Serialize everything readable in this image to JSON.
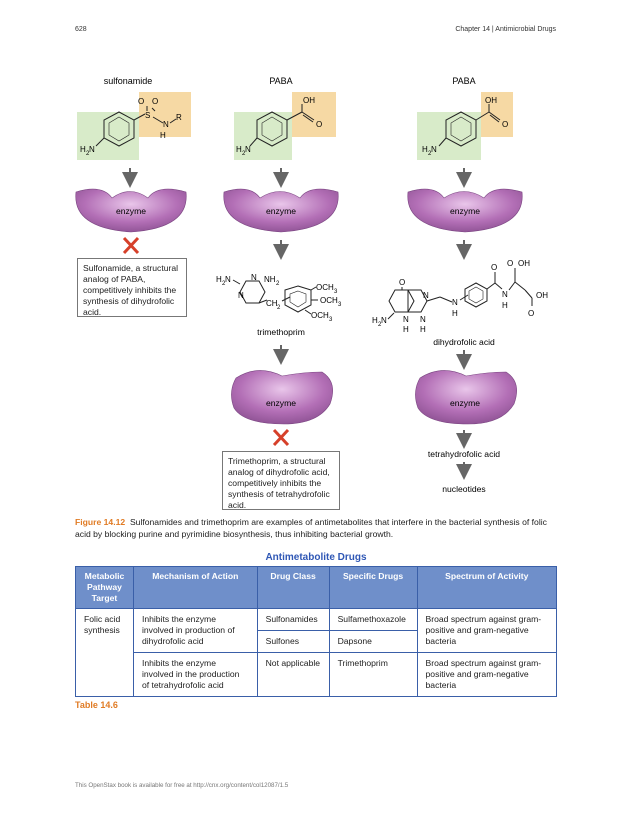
{
  "header": {
    "page_number": "628",
    "chapter": "Chapter 14 | Antimicrobial Drugs"
  },
  "figure": {
    "col1_title": "sulfonamide",
    "col2_title": "PABA",
    "col3_title": "PABA",
    "enzyme_label": "enzyme",
    "sulfonamide_note": "Sulfonamide, a structural analog of PABA, competitively inhibits the synthesis of dihydrofolic acid.",
    "trimethoprim_label": "trimethoprim",
    "trimethoprim_note": "Trimethoprim, a structural analog of dihydrofolic acid, competitively inhibits the synthesis of tetrahydrofolic acid.",
    "dihydrofolic_label": "dihydrofolic acid",
    "tetrahydrofolic_label": "tetrahydrofolic acid",
    "nucleotides_label": "nucleotides",
    "colors": {
      "sulfonyl_box": "#f6d9a4",
      "amine_box": "#d8ebc9",
      "enzyme": "#b06fb4",
      "inhibit": "#d6402a"
    }
  },
  "caption": {
    "label": "Figure 14.12",
    "text": "Sulfonamides and trimethoprim are examples of antimetabolites that interfere in the bacterial synthesis of folic acid by blocking purine and pyrimidine biosynthesis, thus inhibiting bacterial growth."
  },
  "table": {
    "title": "Antimetabolite Drugs",
    "headers": [
      "Metabolic Pathway Target",
      "Mechanism of Action",
      "Drug Class",
      "Specific Drugs",
      "Spectrum of Activity"
    ],
    "pathway": "Folic acid synthesis",
    "row1": {
      "mechanism": "Inhibits the enzyme involved in production of dihydrofolic acid",
      "class_a": "Sulfonamides",
      "drug_a": "Sulfamethoxazole",
      "class_b": "Sulfones",
      "drug_b": "Dapsone",
      "spectrum": "Broad spectrum against gram-positive and gram-negative bacteria"
    },
    "row2": {
      "mechanism": "Inhibits the enzyme involved in the production of tetrahydrofolic acid",
      "class": "Not applicable",
      "drug": "Trimethoprim",
      "spectrum": "Broad spectrum against gram-positive and gram-negative bacteria"
    },
    "label": "Table 14.6"
  },
  "footer": "This OpenStax book is available for free at http://cnx.org/content/col12087/1.5"
}
